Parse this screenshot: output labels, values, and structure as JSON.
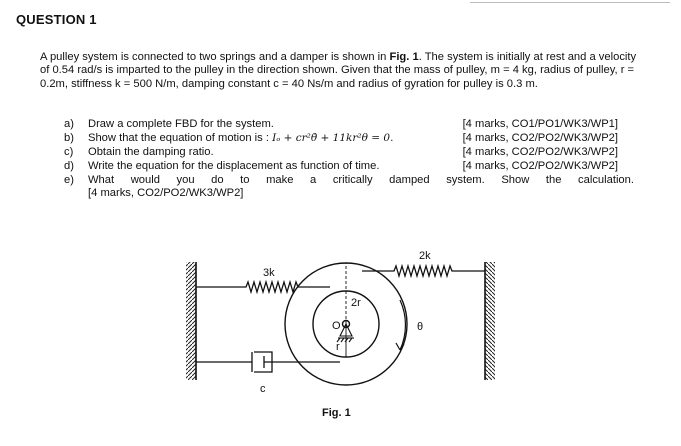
{
  "question": {
    "heading": "QUESTION 1",
    "intro_part1": "A pulley system is connected to two springs and a damper is shown in ",
    "intro_fig_ref": "Fig. 1",
    "intro_part2": ". The system is initially at rest and a velocity of 0.54 rad/s is imparted to the pulley in the direction shown. Given that the mass of pulley, m = 4 kg, radius of pulley, r = 0.2m, stiffness k = 500 N/m, damping constant c = 40 Ns/m and radius of gyration for pulley is 0.3 m."
  },
  "items": [
    {
      "label": "a)",
      "text": "Draw a complete FBD for the system.",
      "marks": "[4 marks, CO1/PO1/WK3/WP1]"
    },
    {
      "label": "b)",
      "text": "Show that the equation of motion is : ",
      "equation": "Iₒ + cr²θ̇ + 11kr²θ = 0.",
      "marks": "[4 marks, CO2/PO2/WK3/WP2]"
    },
    {
      "label": "c)",
      "text": "Obtain the damping ratio.",
      "marks": "[4 marks, CO2/PO2/WK3/WP2]"
    },
    {
      "label": "d)",
      "text": "Write the equation for the displacement as function of time.",
      "marks": "[4 marks, CO2/PO2/WK3/WP2]"
    },
    {
      "label": "e)",
      "text": "What would you do to make a critically damped system. Show the calculation.",
      "marks": "[4 marks, CO2/PO2/WK3/WP2]"
    }
  ],
  "figure": {
    "label_spring_left": "3k",
    "label_spring_right": "2k",
    "label_outer_radius": "2r",
    "label_inner_radius": "r",
    "label_center": "O",
    "label_theta": "θ",
    "label_damper": "c",
    "caption": "Fig. 1"
  }
}
